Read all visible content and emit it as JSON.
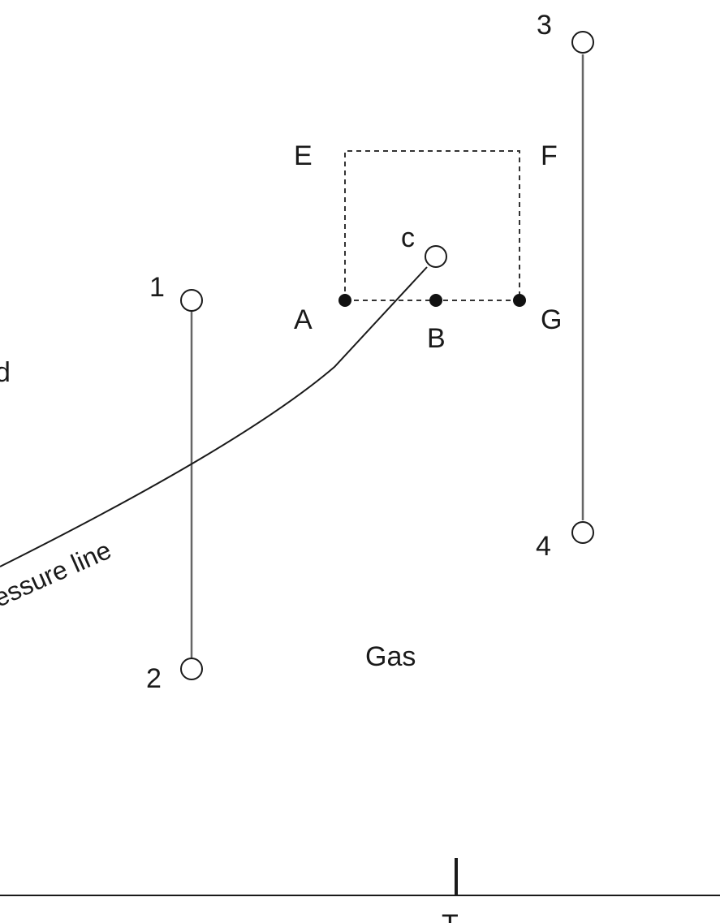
{
  "labels": {
    "p1": "1",
    "p2": "2",
    "p3": "3",
    "p4": "4",
    "c": "c",
    "A": "A",
    "B": "B",
    "G": "G",
    "E": "E",
    "F": "F",
    "gas": "Gas",
    "partial_d": "d",
    "pressure_line": "pressure line",
    "axis_tick": "T"
  },
  "colors": {
    "line": "#1a1a1a",
    "gray_line": "#666666",
    "dot": "#111111"
  }
}
